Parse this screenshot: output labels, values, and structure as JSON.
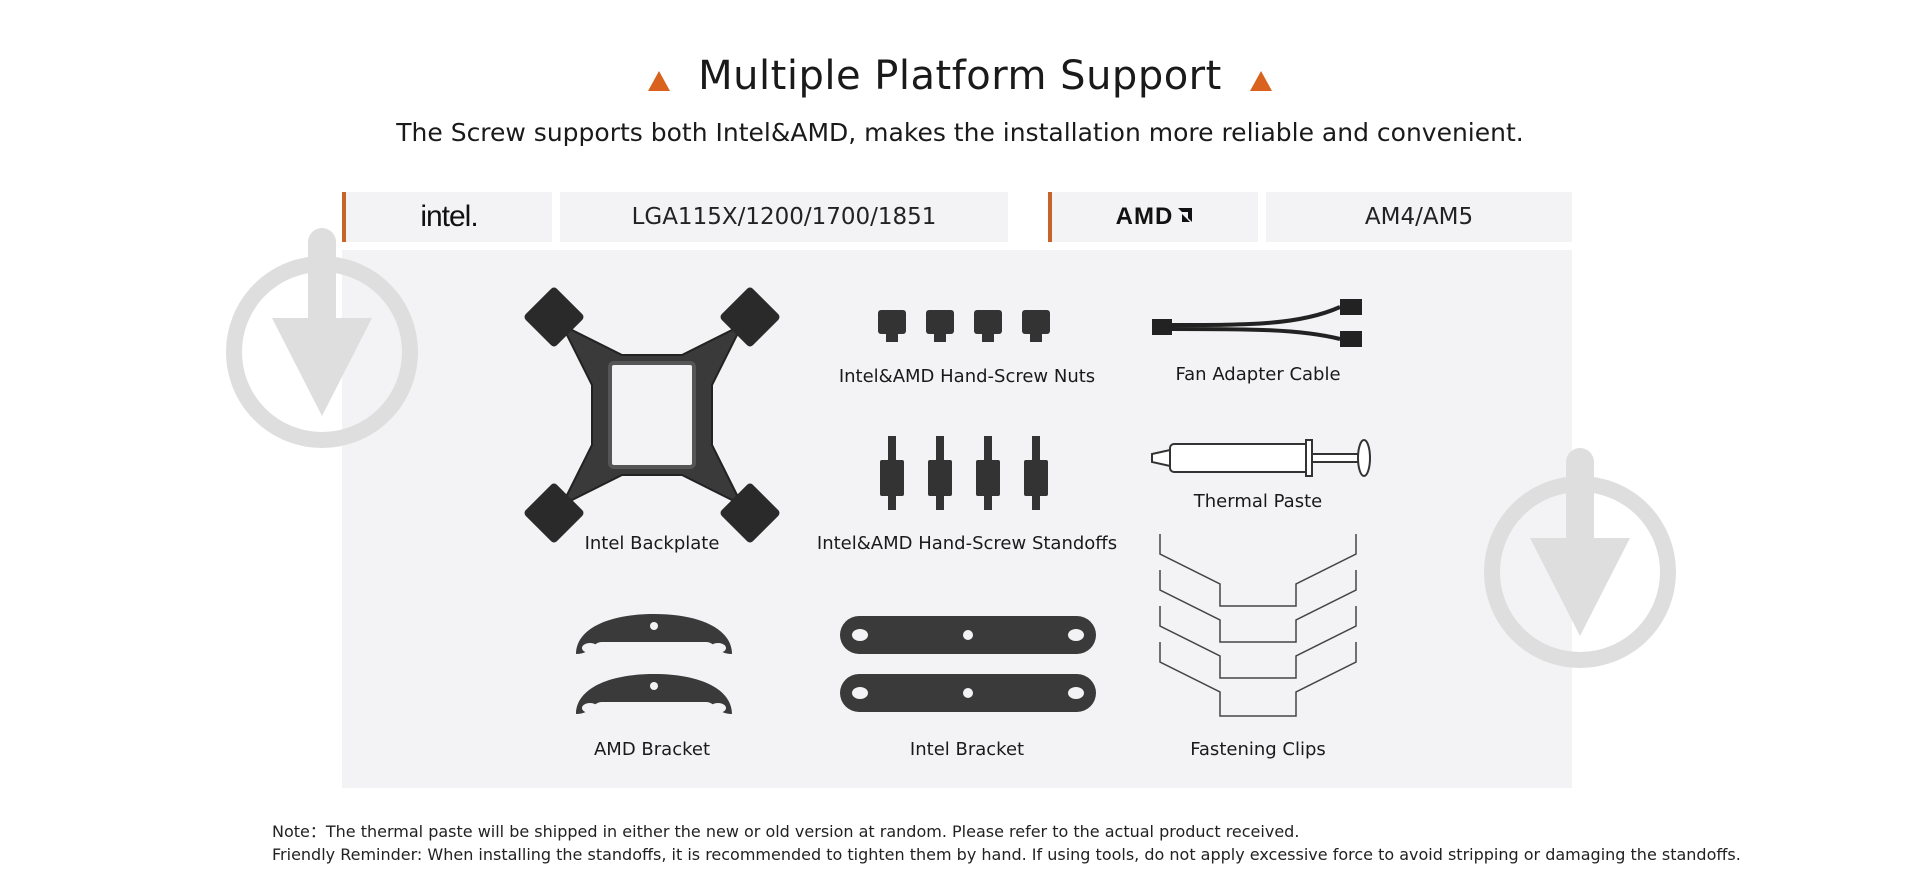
{
  "header": {
    "title": "Multiple Platform Support",
    "subtitle": "The Screw supports both Intel&AMD, makes the installation more reliable and convenient."
  },
  "platforms": {
    "intel_logo": "intel.",
    "intel_sockets": "LGA115X/1200/1700/1851",
    "amd_logo": "AMD",
    "amd_sockets": "AM4/AM5"
  },
  "items": {
    "intel_backplate": "Intel Backplate",
    "hand_screw_nuts": "Intel&AMD Hand-Screw Nuts",
    "hand_screw_standoffs": "Intel&AMD Hand-Screw Standoffs",
    "fan_adapter_cable": "Fan Adapter Cable",
    "thermal_paste": "Thermal Paste",
    "amd_bracket": "AMD Bracket",
    "intel_bracket": "Intel Bracket",
    "fastening_clips": "Fastening Clips"
  },
  "notes": {
    "note": "Note：The thermal paste will be shipped in either the new or old version at random. Please refer to the actual product received.",
    "reminder": "Friendly Reminder: When installing the standoffs, it is recommended to tighten them by hand. If using tools, do not apply excessive force to avoid stripping or damaging the standoffs."
  },
  "colors": {
    "accent": "#d9631e",
    "panel_bg": "#f3f3f5",
    "part_dark": "#3a3a3a"
  },
  "icons": {
    "watermark": "download-arrow-icon"
  }
}
